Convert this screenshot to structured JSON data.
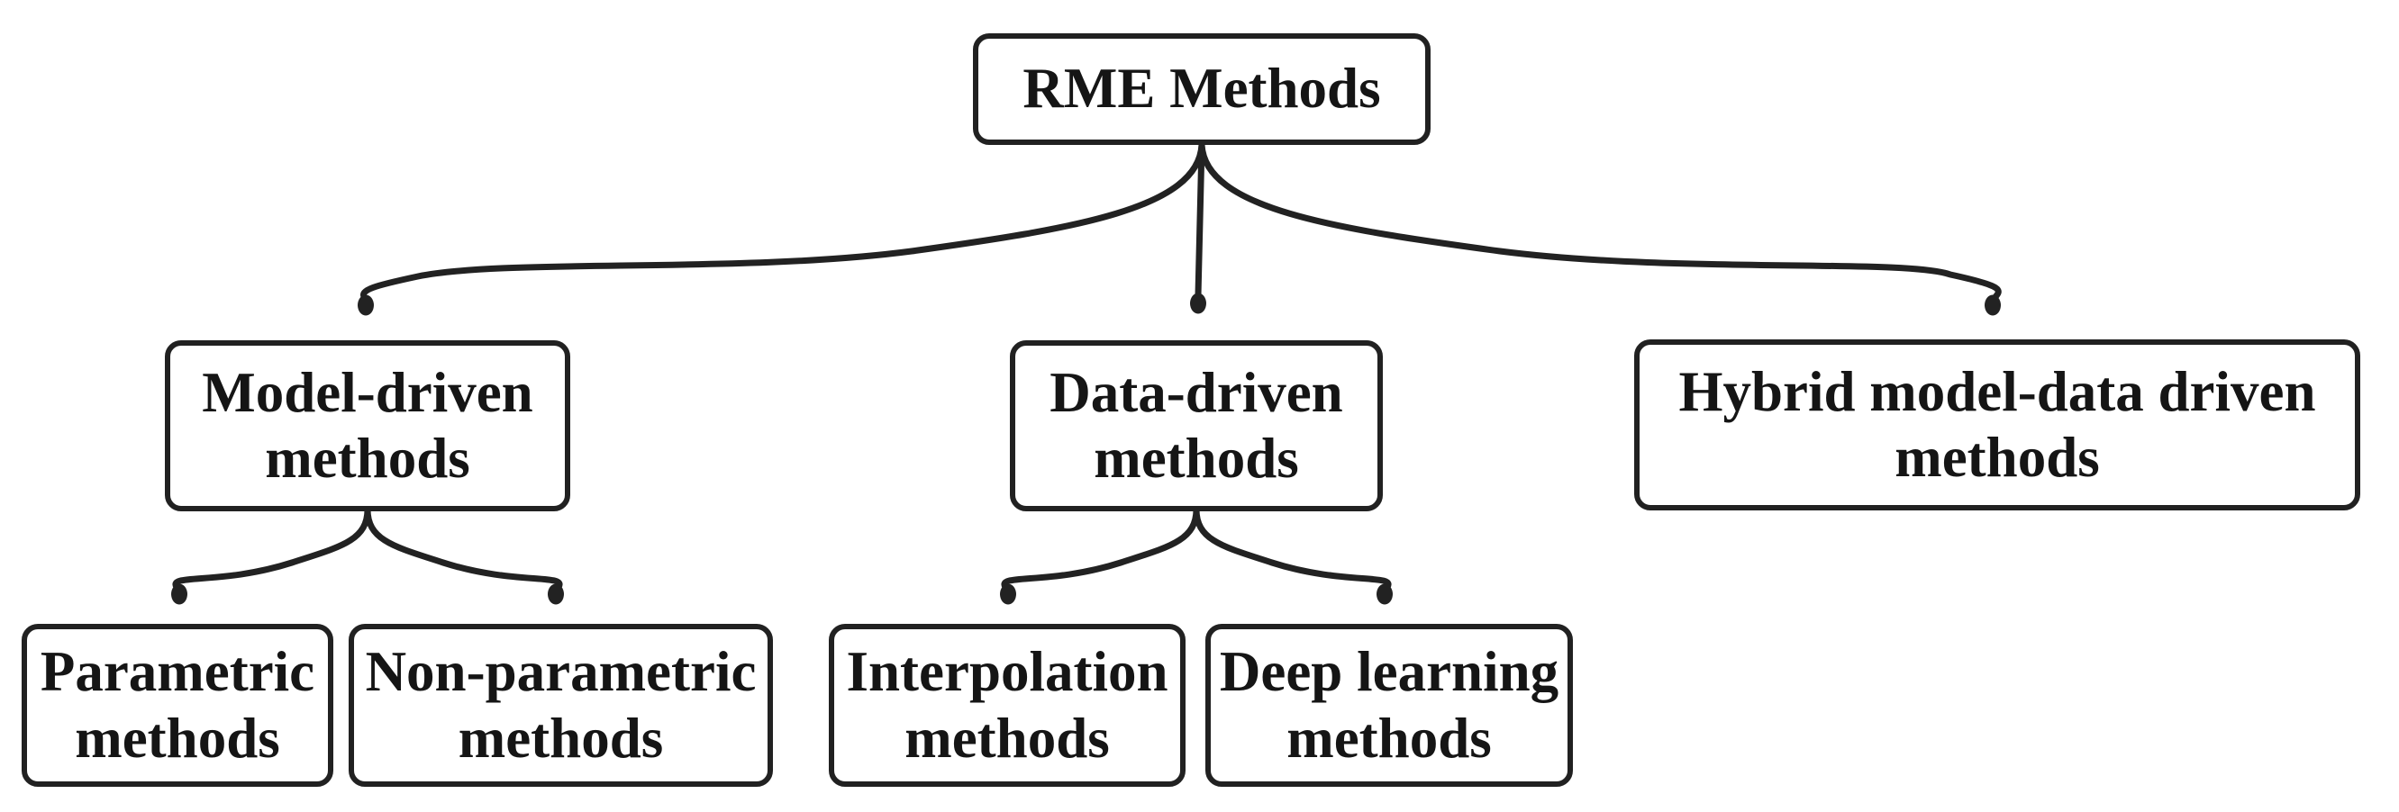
{
  "colors": {
    "ink": "#222222",
    "text": "#151515",
    "background": "#ffffff"
  },
  "tree": {
    "root": {
      "label": "RME Methods",
      "children": [
        {
          "id": "model-driven",
          "lines": [
            "Model-driven",
            "methods"
          ],
          "children": [
            {
              "id": "parametric",
              "lines": [
                "Parametric",
                "methods"
              ],
              "children": []
            },
            {
              "id": "non-parametric",
              "lines": [
                "Non-parametric",
                "methods"
              ],
              "children": []
            }
          ]
        },
        {
          "id": "data-driven",
          "lines": [
            "Data-driven",
            "methods"
          ],
          "children": [
            {
              "id": "interpolation",
              "lines": [
                "Interpolation",
                "methods"
              ],
              "children": []
            },
            {
              "id": "deep-learning",
              "lines": [
                "Deep learning",
                "methods"
              ],
              "children": []
            }
          ]
        },
        {
          "id": "hybrid-model-data-driven",
          "lines": [
            "Hybrid model-data driven",
            "methods"
          ],
          "children": []
        }
      ]
    }
  }
}
